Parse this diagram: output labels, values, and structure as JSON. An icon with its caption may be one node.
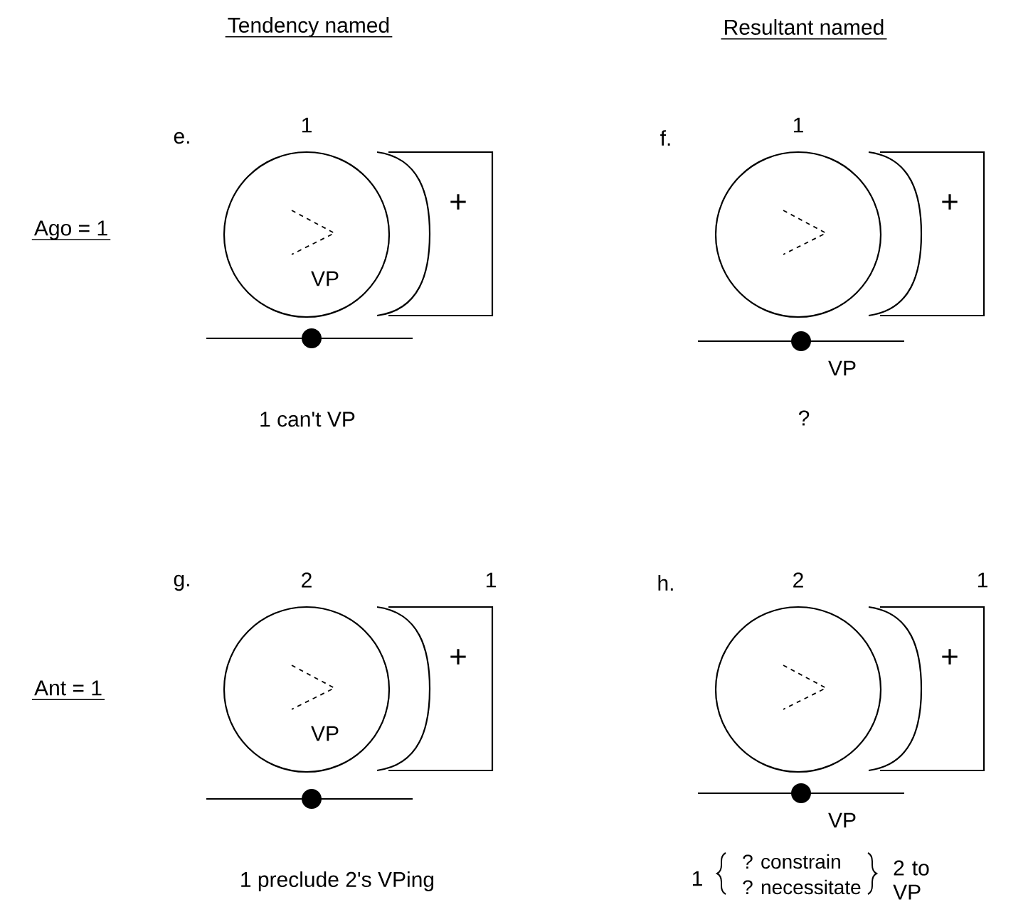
{
  "diagram": {
    "nodes": [
      {
        "text": [
          "VP"
        ],
        "beside": [
          "1"
        ]
      },
      {
        "text": [
          "+"
        ]
      },
      {
        "text": [],
        "shape": "circle",
        "beside": [
          "1"
        ]
      },
      {
        "text": [
          "+"
        ]
      },
      {
        "text": [
          "VP"
        ],
        "beside": [
          "2"
        ]
      },
      {
        "text": [
          "+"
        ],
        "beside": [
          "1"
        ]
      },
      {
        "text": [],
        "shape": "circle",
        "beside": [
          "2"
        ]
      },
      {
        "text": [
          "+"
        ],
        "beside": [
          "1"
        ]
      }
    ],
    "labels": [
      "Tendency named",
      "Resultant named",
      "Ago = 1",
      "e.",
      "f.",
      "VP",
      "1 can't VP",
      "?",
      "Ant = 1",
      "g.",
      "h.",
      "VP",
      "1 preclude 2's VPing",
      "1",
      "? constrain",
      "? necessitate",
      "2 to VP"
    ]
  }
}
